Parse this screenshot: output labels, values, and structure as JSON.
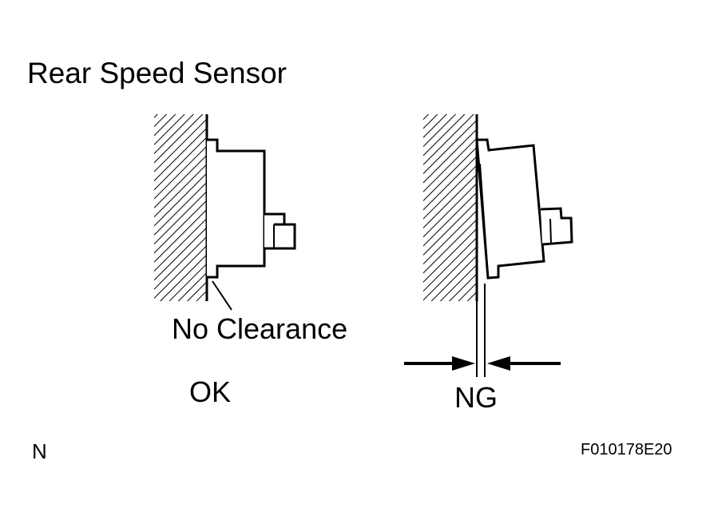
{
  "title": "Rear Speed Sensor",
  "labels": {
    "no_clearance": "No Clearance",
    "ok": "OK",
    "ng": "NG",
    "corner": "N",
    "figure_id": "F010178E20"
  },
  "colors": {
    "line": "#000000",
    "background": "#ffffff"
  }
}
